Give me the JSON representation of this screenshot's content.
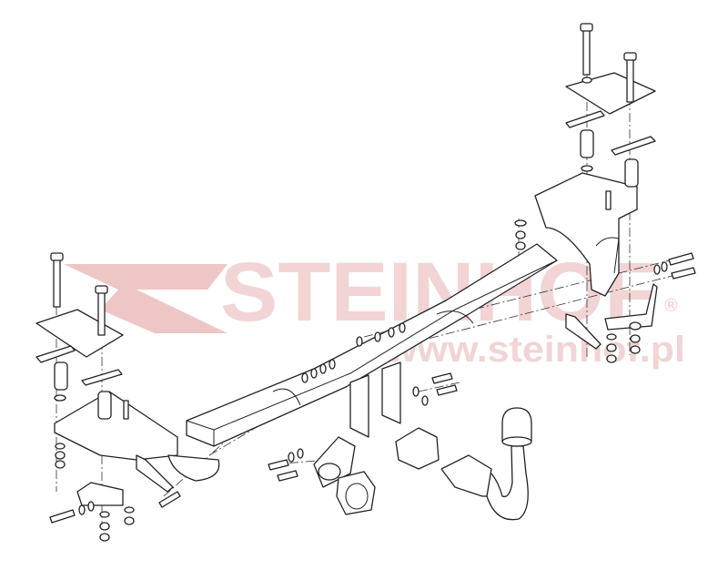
{
  "diagram": {
    "type": "exploded-assembly-drawing",
    "subject": "towbar",
    "parts": [
      "tow-bar-beam",
      "left-mounting-bracket",
      "right-mounting-bracket",
      "left-reinforcement-plate",
      "right-reinforcement-plate",
      "tow-ball-neck",
      "tow-ball-cap",
      "electrical-socket",
      "socket-bracket",
      "bolts",
      "nuts",
      "washers",
      "spacer-sleeves"
    ]
  },
  "watermark": {
    "brand": "STEINHOF",
    "registered": "®",
    "url": "www.steinhof.pl",
    "color": "#e8b4b4"
  }
}
